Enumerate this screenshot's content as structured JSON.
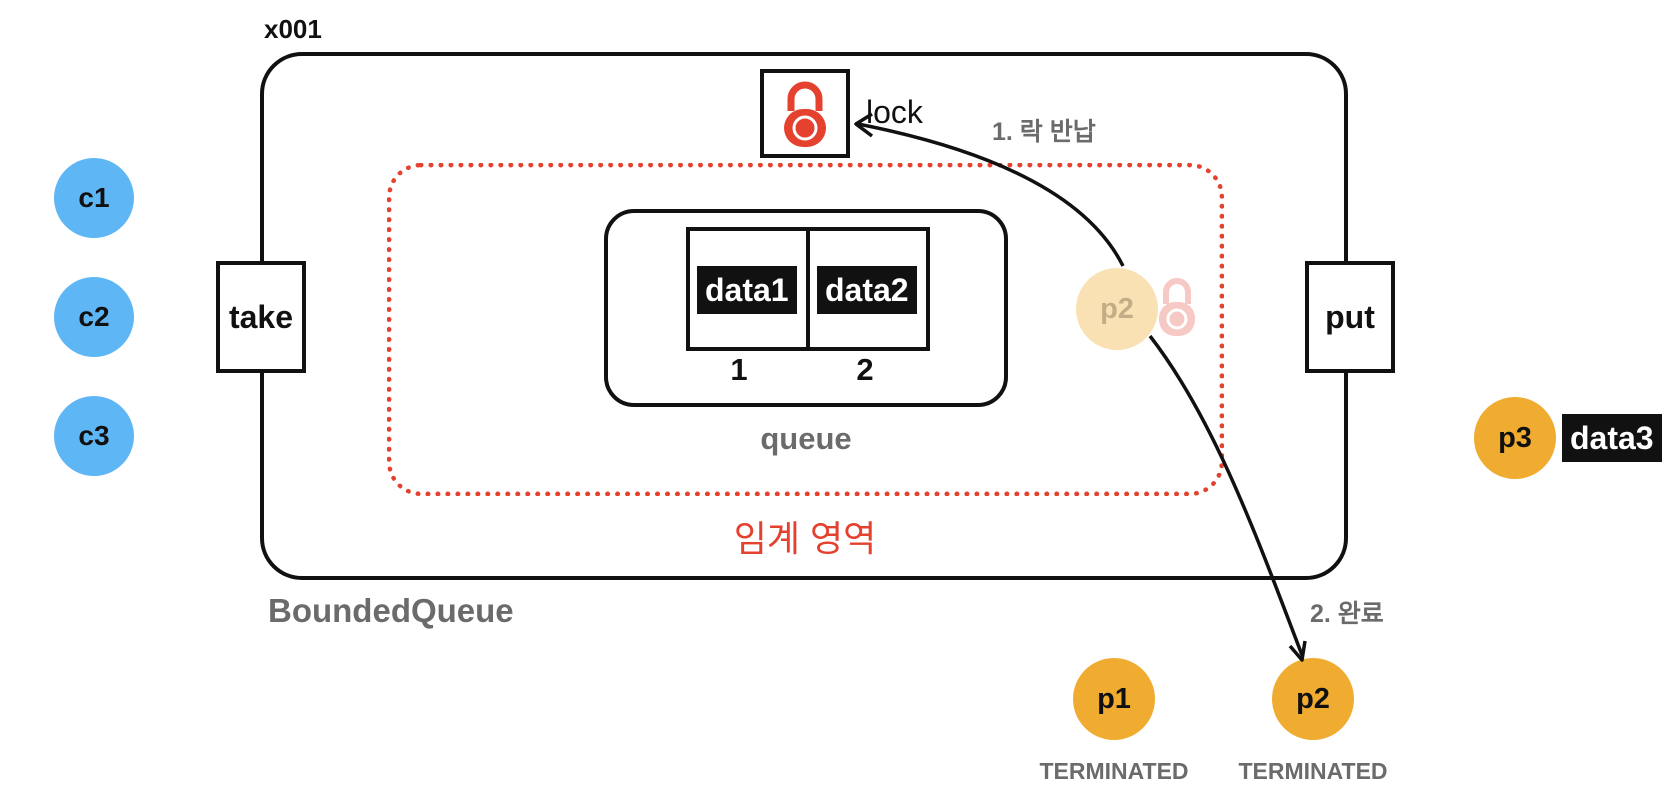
{
  "object_id": "x001",
  "class_name": "BoundedQueue",
  "critical_section": {
    "label": "임계 영역",
    "color": "#e4412f"
  },
  "lock": {
    "label": "lock",
    "icon": "padlock-icon",
    "color": "#e4412f"
  },
  "methods": {
    "take": "take",
    "put": "put"
  },
  "queue": {
    "label": "queue",
    "slots": [
      {
        "index": "1",
        "value": "data1"
      },
      {
        "index": "2",
        "value": "data2"
      }
    ]
  },
  "consumers": [
    {
      "name": "c1"
    },
    {
      "name": "c2"
    },
    {
      "name": "c3"
    }
  ],
  "producers": {
    "p1": {
      "name": "p1",
      "state": "TERMINATED"
    },
    "p2": {
      "name": "p2",
      "state": "TERMINATED"
    },
    "p2_inside": {
      "name": "p2"
    },
    "p3": {
      "name": "p3",
      "data": "data3"
    }
  },
  "steps": {
    "step1": "1. 락 반납",
    "step2": "2. 완료"
  },
  "colors": {
    "consumer": "#5fb6f5",
    "producer": "#f0ac30",
    "producer_faded": "#fae1b4",
    "lock_faded": "#f6c9c4"
  }
}
